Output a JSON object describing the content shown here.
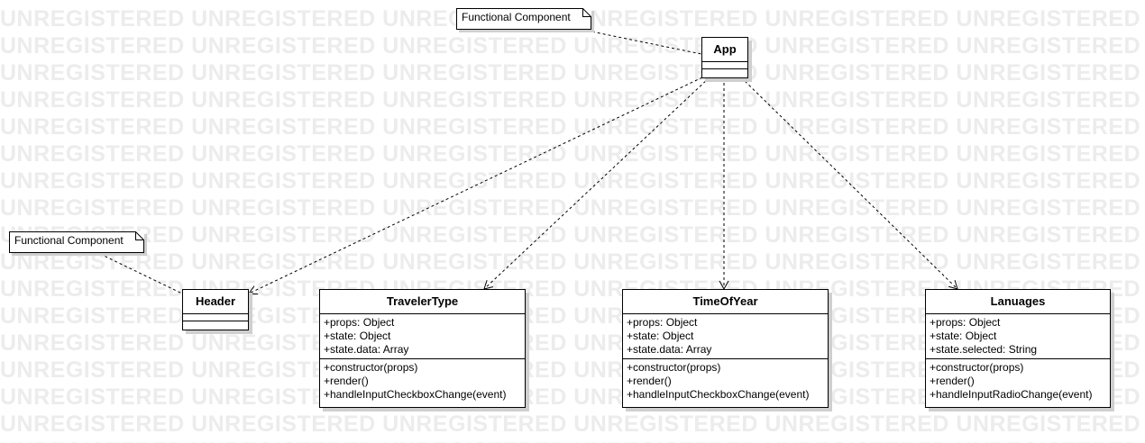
{
  "watermark": {
    "text": "UNREGISTERED"
  },
  "notes": [
    {
      "id": "note-app",
      "text": "Functional Component"
    },
    {
      "id": "note-header",
      "text": "Functional Component"
    }
  ],
  "classes": [
    {
      "id": "app",
      "name": "App",
      "attributes": [],
      "operations": []
    },
    {
      "id": "header",
      "name": "Header",
      "attributes": [],
      "operations": []
    },
    {
      "id": "travelertype",
      "name": "TravelerType",
      "attributes": [
        "+props: Object",
        "+state: Object",
        "+state.data: Array"
      ],
      "operations": [
        "+constructor(props)",
        "+render()",
        "+handleInputCheckboxChange(event)"
      ]
    },
    {
      "id": "timeofyear",
      "name": "TimeOfYear",
      "attributes": [
        "+props: Object",
        "+state: Object",
        "+state.data: Array"
      ],
      "operations": [
        "+constructor(props)",
        "+render()",
        "+handleInputCheckboxChange(event)"
      ]
    },
    {
      "id": "lanuages",
      "name": "Lanuages",
      "attributes": [
        "+props: Object",
        "+state: Object",
        "+state.selected: String"
      ],
      "operations": [
        "+constructor(props)",
        "+render()",
        "+handleInputRadioChange(event)"
      ]
    }
  ],
  "relations": [
    {
      "type": "dependency",
      "from": "app",
      "to": "header"
    },
    {
      "type": "dependency",
      "from": "app",
      "to": "travelertype"
    },
    {
      "type": "dependency",
      "from": "app",
      "to": "timeofyear"
    },
    {
      "type": "dependency",
      "from": "app",
      "to": "lanuages"
    },
    {
      "type": "note-link",
      "from": "note-app",
      "to": "app"
    },
    {
      "type": "note-link",
      "from": "note-header",
      "to": "header"
    }
  ]
}
